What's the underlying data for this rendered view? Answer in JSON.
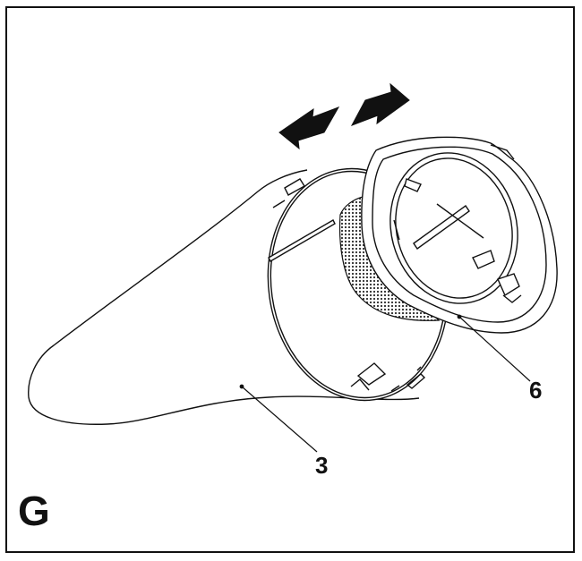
{
  "figure": {
    "letter": "G",
    "callouts": [
      {
        "id": "6",
        "label": "6",
        "target": "filter-unit"
      },
      {
        "id": "3",
        "label": "3",
        "target": "dust-container"
      }
    ],
    "arrow": "double-headed-direction-arrow-icon"
  },
  "colors": {
    "ink": "#111111",
    "mesh": "#3a3a3a",
    "background": "#ffffff"
  }
}
